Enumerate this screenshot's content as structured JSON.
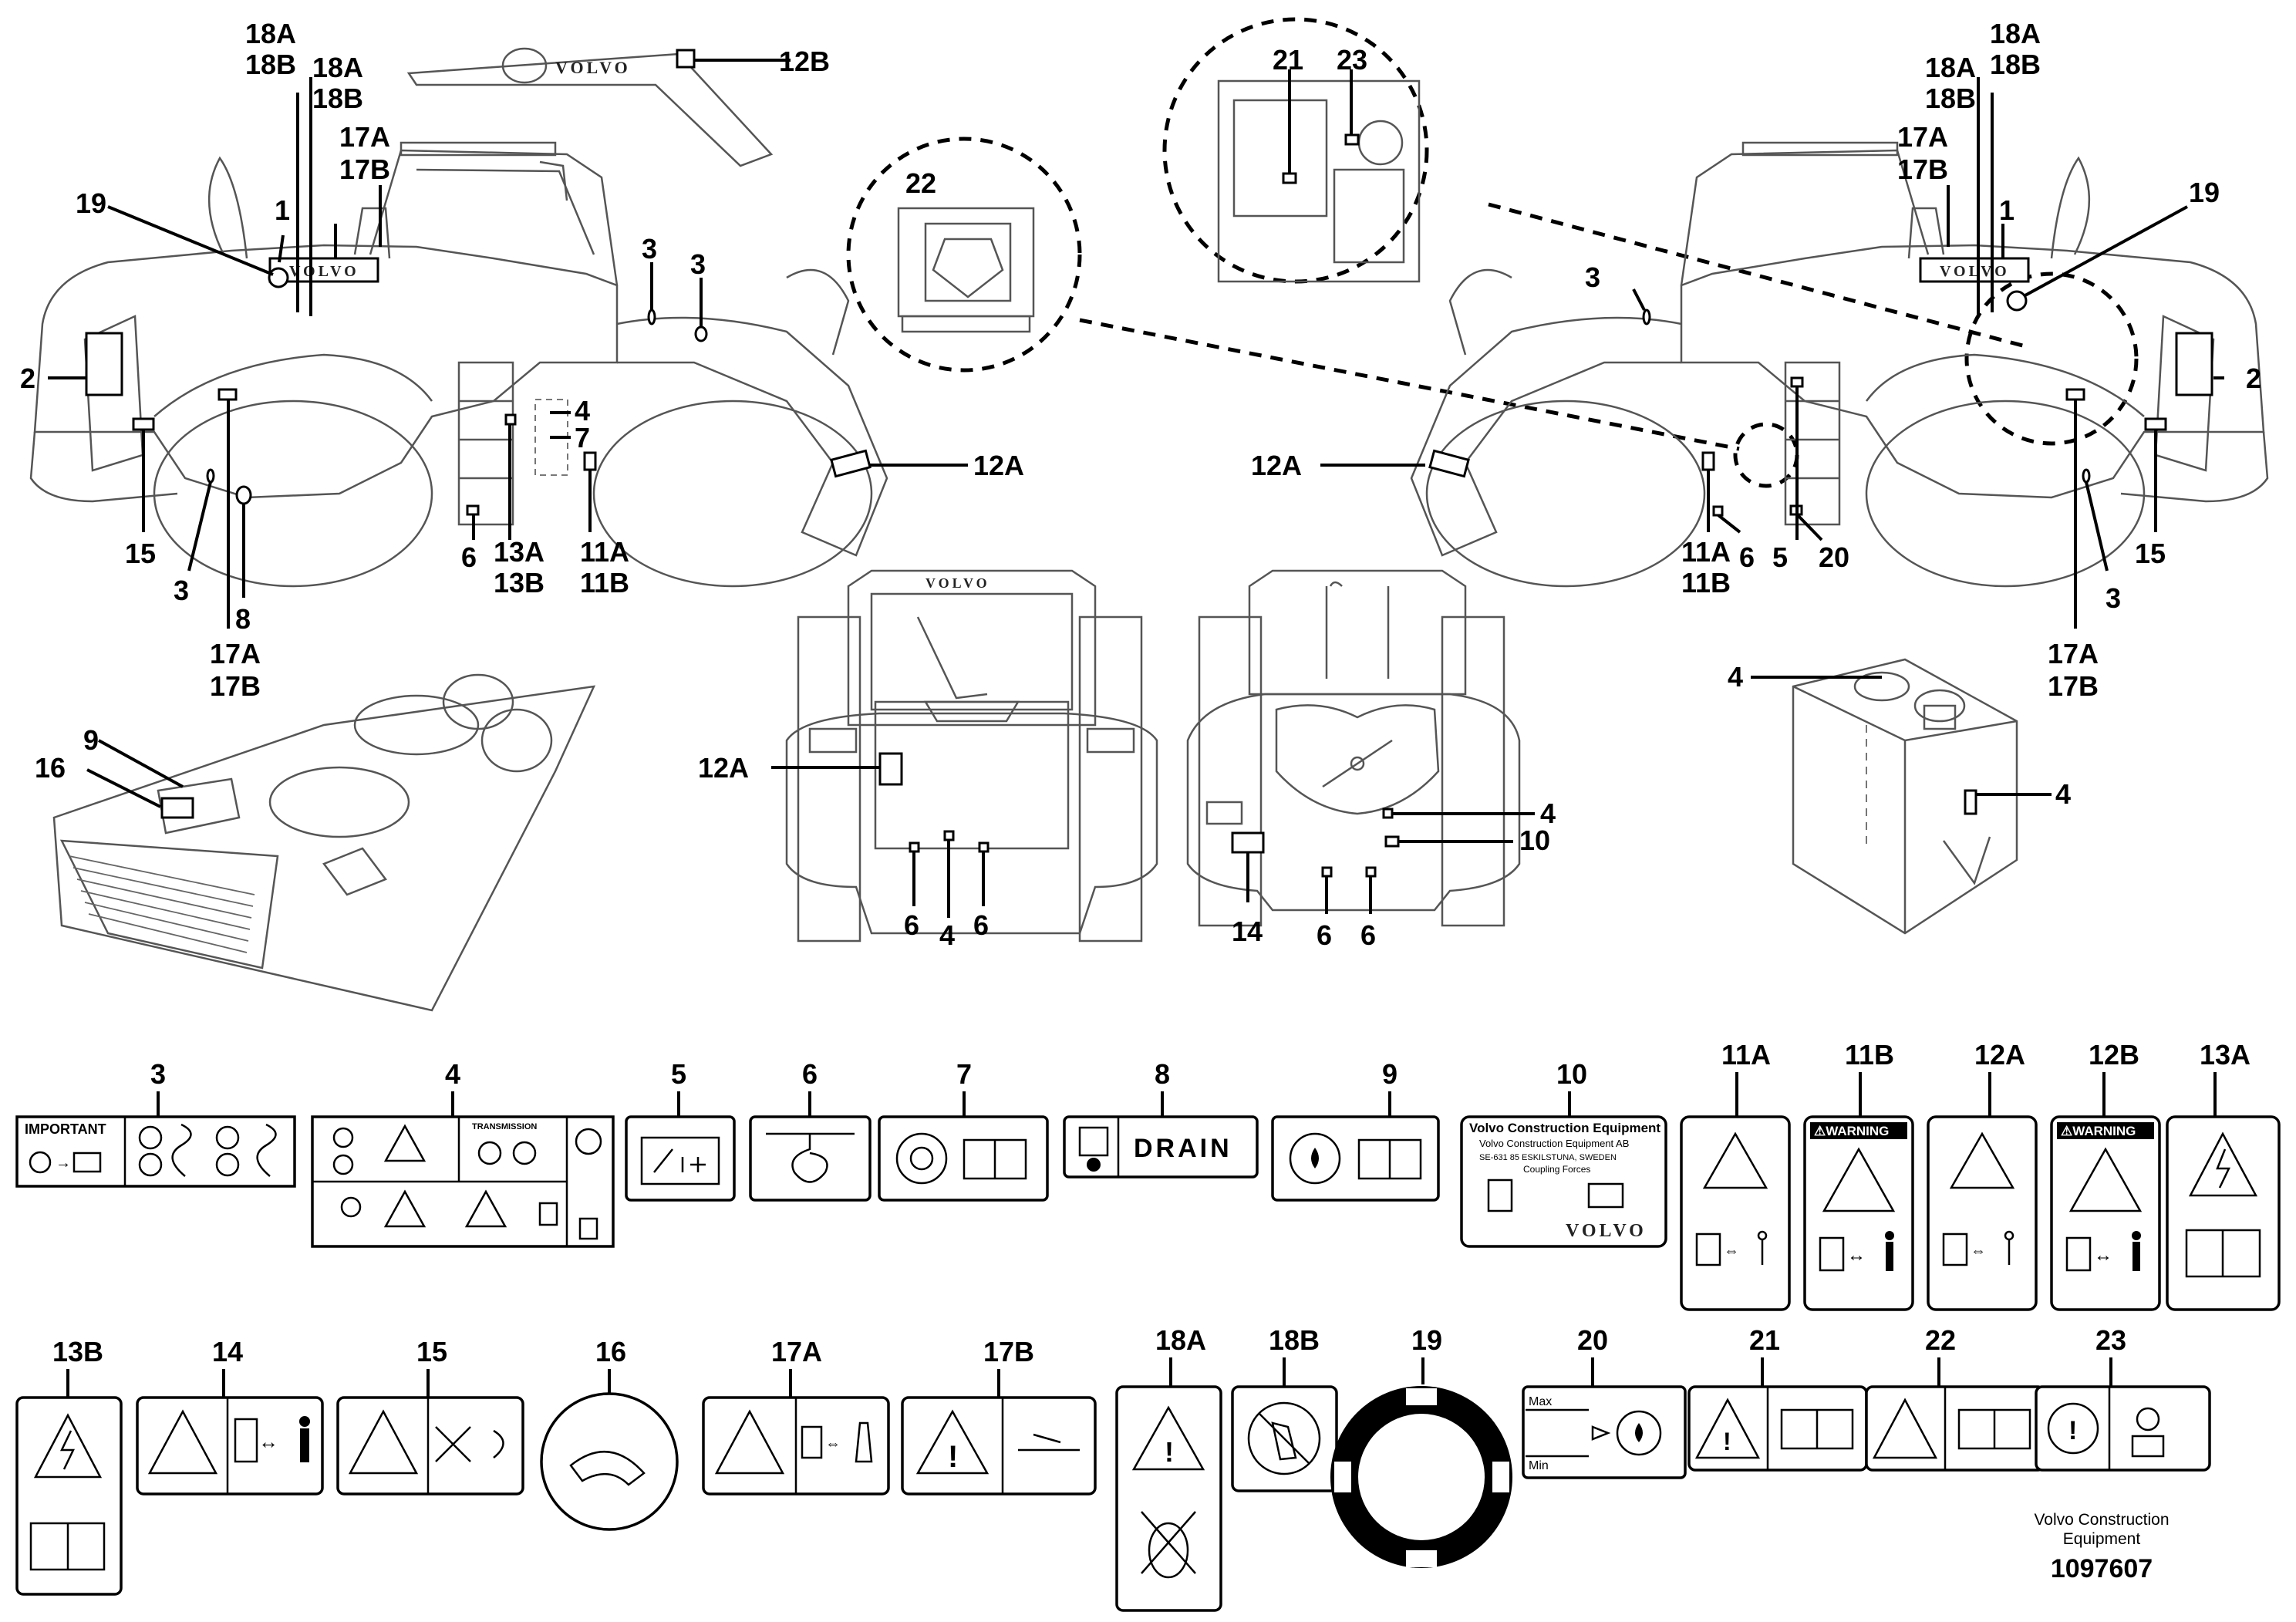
{
  "brand": "VOLVO",
  "callouts": {
    "c18a_l1": "18A",
    "c18b_l1": "18B",
    "c18a_l2": "18A",
    "c18b_l2": "18B",
    "c17a_l1": "17A",
    "c17b_l1": "17B",
    "c19_l": "19",
    "c1_l": "1",
    "c2_l": "2",
    "c3_l1": "3",
    "c3_l2": "3",
    "c4_l": "4",
    "c7_l": "7",
    "c15_l": "15",
    "c3_l3": "3",
    "c8_l": "8",
    "c17a_l2": "17A",
    "c17b_l2": "17B",
    "c6_l": "6",
    "c13a_l": "13A",
    "c13b_l": "13B",
    "c11a_l": "11A",
    "c11b_l": "11B",
    "c12b_top": "12B",
    "c12a_l": "12A",
    "c22": "22",
    "c21": "21",
    "c23": "23",
    "c12a_r": "12A",
    "c3_r1": "3",
    "c18a_r1": "18A",
    "c18b_r1": "18B",
    "c18a_r2": "18A",
    "c18b_r2": "18B",
    "c17a_r1": "17A",
    "c17b_r1": "17B",
    "c1_r": "1",
    "c19_r": "19",
    "c2_r": "2",
    "c15_r": "15",
    "c3_r2": "3",
    "c17a_r2": "17A",
    "c17b_r2": "17B",
    "c11a_r": "11A",
    "c11b_r": "11B",
    "c6_r": "6",
    "c5_r": "5",
    "c20_r": "20",
    "c12a_front": "12A",
    "c6_f1": "6",
    "c4_f": "4",
    "c6_f2": "6",
    "c4_rear": "4",
    "c10_rear": "10",
    "c14_rear": "14",
    "c6_rr1": "6",
    "c6_rr2": "6",
    "c4_t1": "4",
    "c4_t2": "4",
    "c16": "16",
    "c9": "9"
  },
  "decals": {
    "row1": [
      "3",
      "4",
      "5",
      "6",
      "7",
      "8",
      "9",
      "10",
      "11A",
      "11B",
      "12A",
      "12B",
      "13A"
    ],
    "row2": [
      "13B",
      "14",
      "15",
      "16",
      "17A",
      "17B",
      "18A",
      "18B",
      "19",
      "20",
      "21",
      "22",
      "23"
    ]
  },
  "decal_text": {
    "important": "IMPORTANT",
    "transmission": "TRANSMISSION",
    "drain": "DRAIN",
    "warning": "⚠WARNING",
    "max": "Max",
    "min": "Min",
    "vce_title": "Volvo Construction Equipment",
    "vce_company": "Volvo Construction Equipment AB",
    "vce_address": "SE-631 85 ESKILSTUNA, SWEDEN",
    "vce_coupling": "Coupling Forces"
  },
  "footer": {
    "company_line1": "Volvo Construction",
    "company_line2": "Equipment",
    "drawing_number": "1097607"
  }
}
